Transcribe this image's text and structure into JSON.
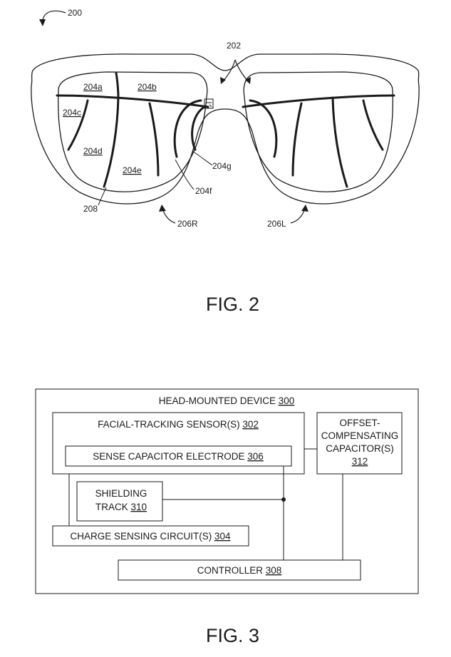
{
  "fig2": {
    "caption": "FIG. 2",
    "labels": {
      "ref_200": "200",
      "ref_202": "202",
      "ref_204a": "204a",
      "ref_204b": "204b",
      "ref_204c": "204c",
      "ref_204d": "204d",
      "ref_204e": "204e",
      "ref_204f": "204f",
      "ref_204g": "204g",
      "ref_208": "208",
      "ref_206R": "206R",
      "ref_206L": "206L"
    }
  },
  "fig3": {
    "caption": "FIG. 3",
    "head_mounted_device": {
      "label": "HEAD-MOUNTED DEVICE ",
      "num": "300"
    },
    "facial_tracking_sensor": {
      "label": "FACIAL-TRACKING SENSOR(S) ",
      "num": "302"
    },
    "sense_capacitor_electrode": {
      "label": "SENSE CAPACITOR ELECTRODE ",
      "num": "306"
    },
    "shielding_track": {
      "line1": "SHIELDING",
      "line2": "TRACK ",
      "num": "310"
    },
    "charge_sensing_circuit": {
      "label": "CHARGE SENSING CIRCUIT(S) ",
      "num": "304"
    },
    "offset_compensating_capacitor": {
      "line1": "OFFSET-",
      "line2": "COMPENSATING",
      "line3": "CAPACITOR(S)",
      "num": "312"
    },
    "controller": {
      "label": "CONTROLLER ",
      "num": "308"
    }
  }
}
